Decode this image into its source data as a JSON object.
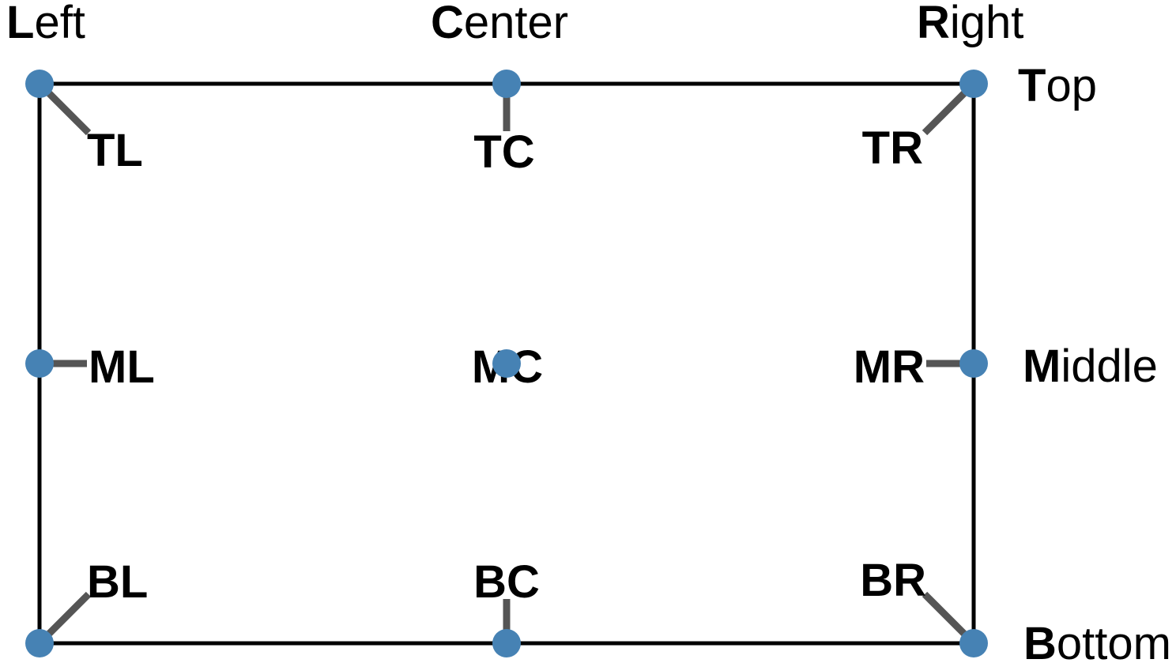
{
  "figure": {
    "description": "Anchor alignment reference diagram: a rectangle with nine labeled anchor points",
    "column_labels": [
      {
        "id": "left",
        "bold": "L",
        "rest": "eft"
      },
      {
        "id": "center",
        "bold": "C",
        "rest": "enter"
      },
      {
        "id": "right",
        "bold": "R",
        "rest": "ight"
      }
    ],
    "row_labels": [
      {
        "id": "top",
        "bold": "T",
        "rest": "op"
      },
      {
        "id": "middle",
        "bold": "M",
        "rest": "iddle"
      },
      {
        "id": "bottom",
        "bold": "B",
        "rest": "ottom"
      }
    ],
    "anchor_labels": {
      "tl": "TL",
      "tc": "TC",
      "tr": "TR",
      "ml": "ML",
      "mc": "MC",
      "mr": "MR",
      "bl": "BL",
      "bc": "BC",
      "br": "BR"
    },
    "colors": {
      "point": "#4682B4",
      "leader": "#555555",
      "border": "#000000",
      "label": "#000000"
    }
  }
}
